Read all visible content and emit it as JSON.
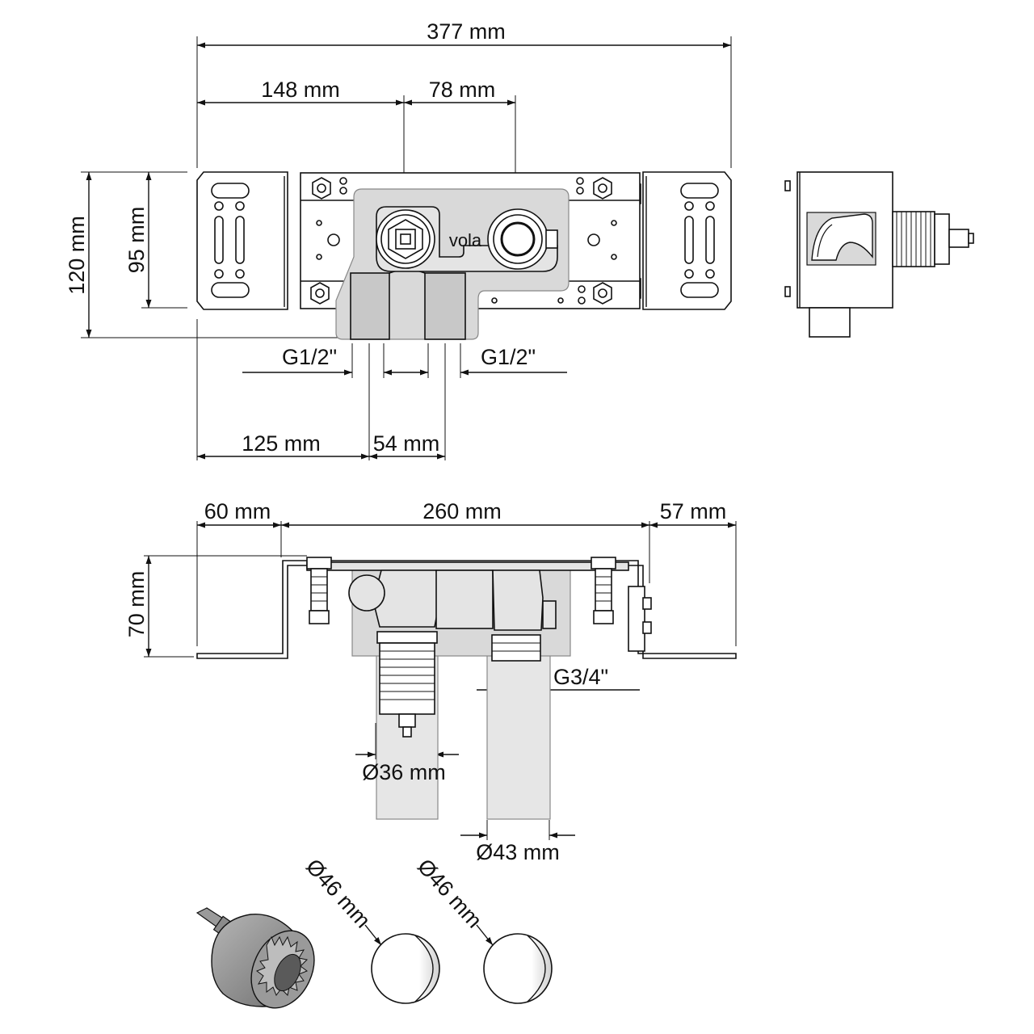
{
  "front_view": {
    "dims": {
      "overall_width": "377 mm",
      "left_to_outlet": "148 mm",
      "outlet_spacing": "78 mm",
      "overall_height": "120 mm",
      "plate_height": "95 mm",
      "inlet_left": "G1/2\"",
      "inlet_right": "G1/2\"",
      "left_to_inlet": "125 mm",
      "inlet_spacing": "54 mm"
    },
    "brand": "vola"
  },
  "top_view": {
    "dims": {
      "left_bracket": "60 mm",
      "body_width": "260 mm",
      "right_bracket": "57 mm",
      "depth": "70 mm",
      "thread": "G3/4\"",
      "sleeve_diameter": "Ø36 mm",
      "pipe_diameter": "Ø43 mm"
    }
  },
  "accessories": {
    "hole_saw_cap_1": "Ø46 mm",
    "hole_saw_cap_2": "Ø46 mm"
  },
  "colors": {
    "line": "#111111",
    "body_gray": "#d9d9d9",
    "plate": "#e4e4e4",
    "tool_gray": "#8a8a8a"
  }
}
